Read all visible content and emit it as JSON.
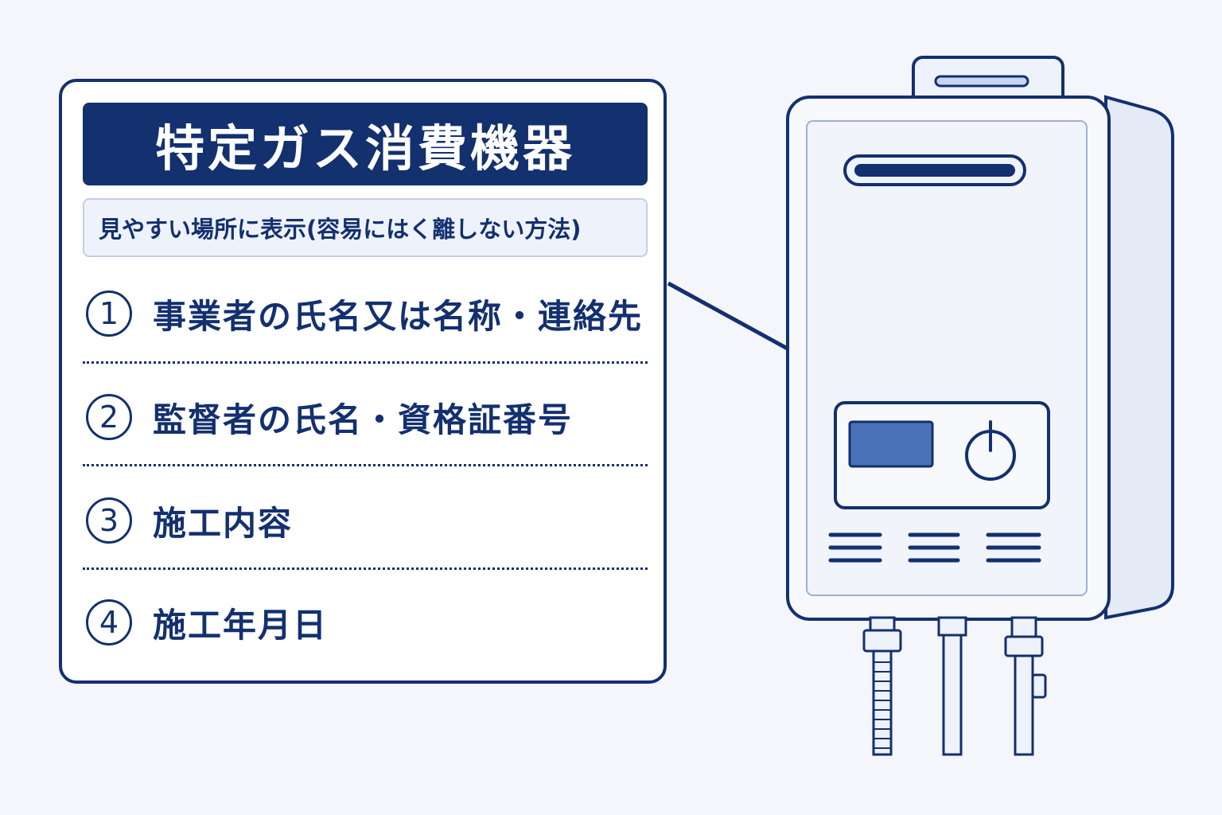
{
  "card": {
    "title": "特定ガス消費機器",
    "subtitle": "見やすい場所に表示(容易にはく離しない方法)",
    "items": [
      {
        "number": "1",
        "text": "事業者の氏名又は名称・連絡先"
      },
      {
        "number": "2",
        "text": "監督者の氏名・資格証番号"
      },
      {
        "number": "3",
        "text": "施工内容"
      },
      {
        "number": "4",
        "text": "施工年月日"
      }
    ]
  },
  "heater": {
    "display_icon": "display-screen-icon",
    "knob_icon": "power-knob-icon",
    "vent_icon": "vent-slots-icon"
  },
  "colors": {
    "navy": "#13306f",
    "display_blue": "#4a72b8",
    "panel_light": "#eef2fa",
    "background": "#f4f6fb"
  }
}
